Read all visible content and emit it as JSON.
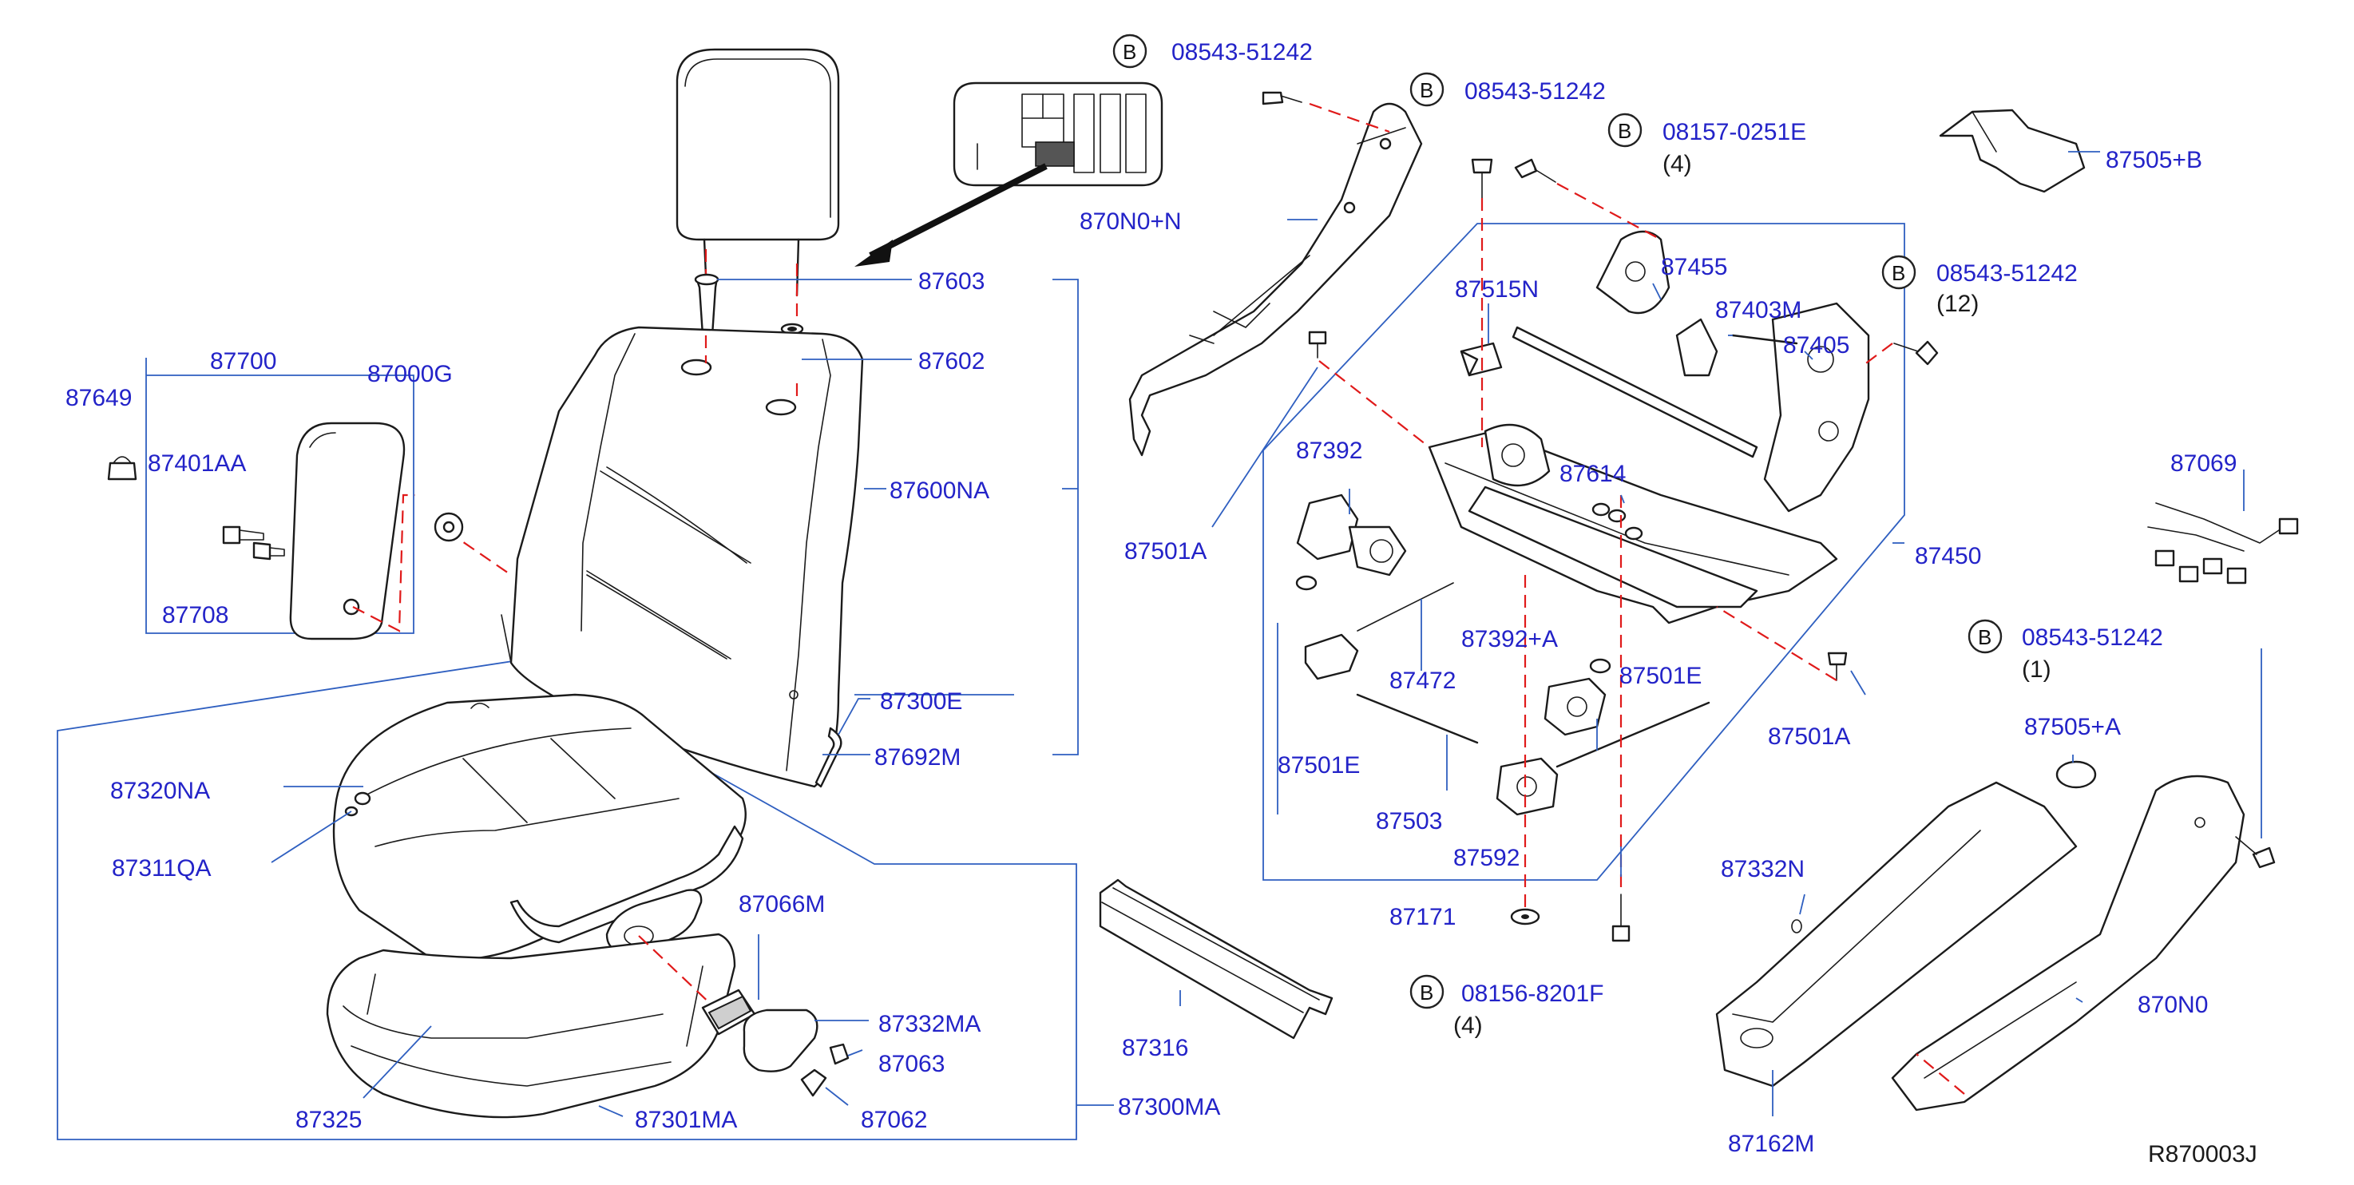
{
  "diagram_code": "R870003J",
  "bolt_mark": "B",
  "parts": {
    "p87603": "87603",
    "p87602": "87602",
    "p87600NA": "87600NA",
    "p87700": "87700",
    "p87000G": "87000G",
    "p87649": "87649",
    "p87401AA": "87401AA",
    "p87708": "87708",
    "p87300E": "87300E",
    "p87692M": "87692M",
    "p87320NA": "87320NA",
    "p87311QA": "87311QA",
    "p87066M": "87066M",
    "p87332MA": "87332MA",
    "p87063": "87063",
    "p87062": "87062",
    "p87325": "87325",
    "p87301MA": "87301MA",
    "p87300MA": "87300MA",
    "p87316": "87316",
    "p870N0N": "870N0+N",
    "p87501A_left": "87501A",
    "p87392": "87392",
    "p87472": "87472",
    "p87501E_left": "87501E",
    "p87503": "87503",
    "p87392A": "87392+A",
    "p87501E_right": "87501E",
    "p87592": "87592",
    "p87171": "87171",
    "p87515N": "87515N",
    "p87455": "87455",
    "p87403M": "87403M",
    "p87405": "87405",
    "p87614": "87614",
    "p87450": "87450",
    "p87501A_right": "87501A",
    "p87505B": "87505+B",
    "p87069": "87069",
    "p87505A": "87505+A",
    "p87332N": "87332N",
    "p87162M": "87162M",
    "p870N0": "870N0"
  },
  "bolts": {
    "b1": "08543-51242",
    "b2": "08543-51242",
    "b3": "08157-0251E",
    "b3_qty": "(4)",
    "b4": "08543-51242",
    "b4_qty": "(12)",
    "b5": "08543-51242",
    "b5_qty": "(1)",
    "b6": "08156-8201F",
    "b6_qty": "(4)"
  }
}
